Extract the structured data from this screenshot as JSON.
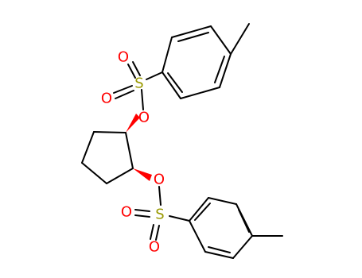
{
  "molecule": {
    "atoms": {
      "o_upper_ester": {
        "label": "O"
      },
      "s_upper": {
        "label": "S"
      },
      "o_upper_a": {
        "label": "O"
      },
      "o_upper_b": {
        "label": "O"
      },
      "o_lower_ester": {
        "label": "O"
      },
      "s_lower": {
        "label": "S"
      },
      "o_lower_a": {
        "label": "O"
      },
      "o_lower_b": {
        "label": "O"
      }
    }
  },
  "colors": {
    "bond": "#000000",
    "oxygen": "#ff0000",
    "sulfur": "#999900",
    "wedge": "#ff0000"
  }
}
